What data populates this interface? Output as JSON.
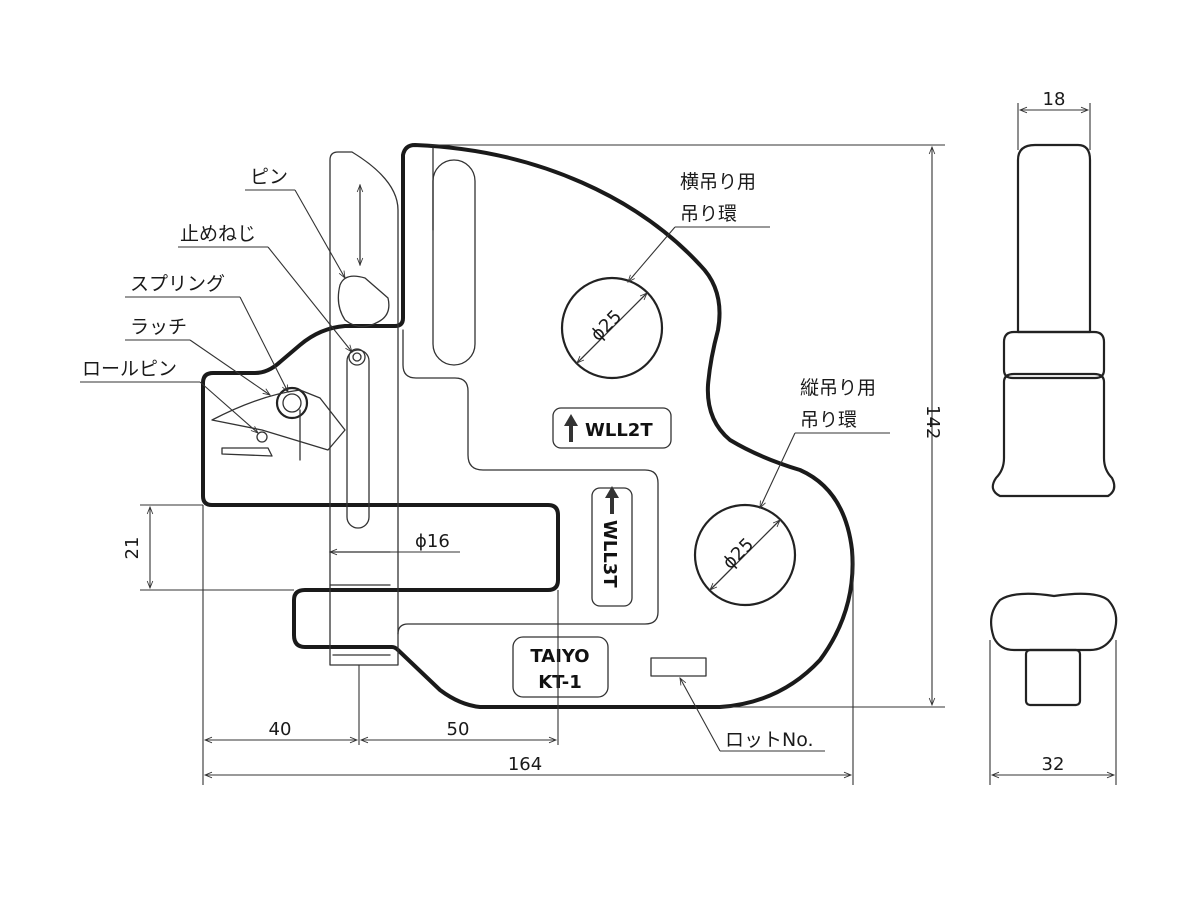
{
  "labels": {
    "pin": "ピン",
    "set_screw": "止めねじ",
    "spring": "スプリング",
    "latch": "ラッチ",
    "roll_pin": "ロールピン",
    "horizontal_ring_line1": "横吊り用",
    "horizontal_ring_line2": "吊り環",
    "vertical_ring_line1": "縦吊り用",
    "vertical_ring_line2": "吊り環",
    "lot_no": "ロットNo."
  },
  "markings": {
    "wll_horizontal": "WLL2T",
    "wll_vertical": "WLL3T",
    "brand": "TAIYO",
    "model": "KT-1"
  },
  "dimensions": {
    "overall_width": "164",
    "overall_height": "142",
    "left_to_pin": "40",
    "pin_to_jaw": "50",
    "jaw_opening": "21",
    "pin_diameter": "ϕ16",
    "ring_hole_horizontal": "ϕ25",
    "ring_hole_vertical": "ϕ25",
    "side_top_width": "18",
    "side_bottom_width": "32"
  },
  "colors": {
    "line": "#1a1a1a",
    "background": "#ffffff"
  }
}
